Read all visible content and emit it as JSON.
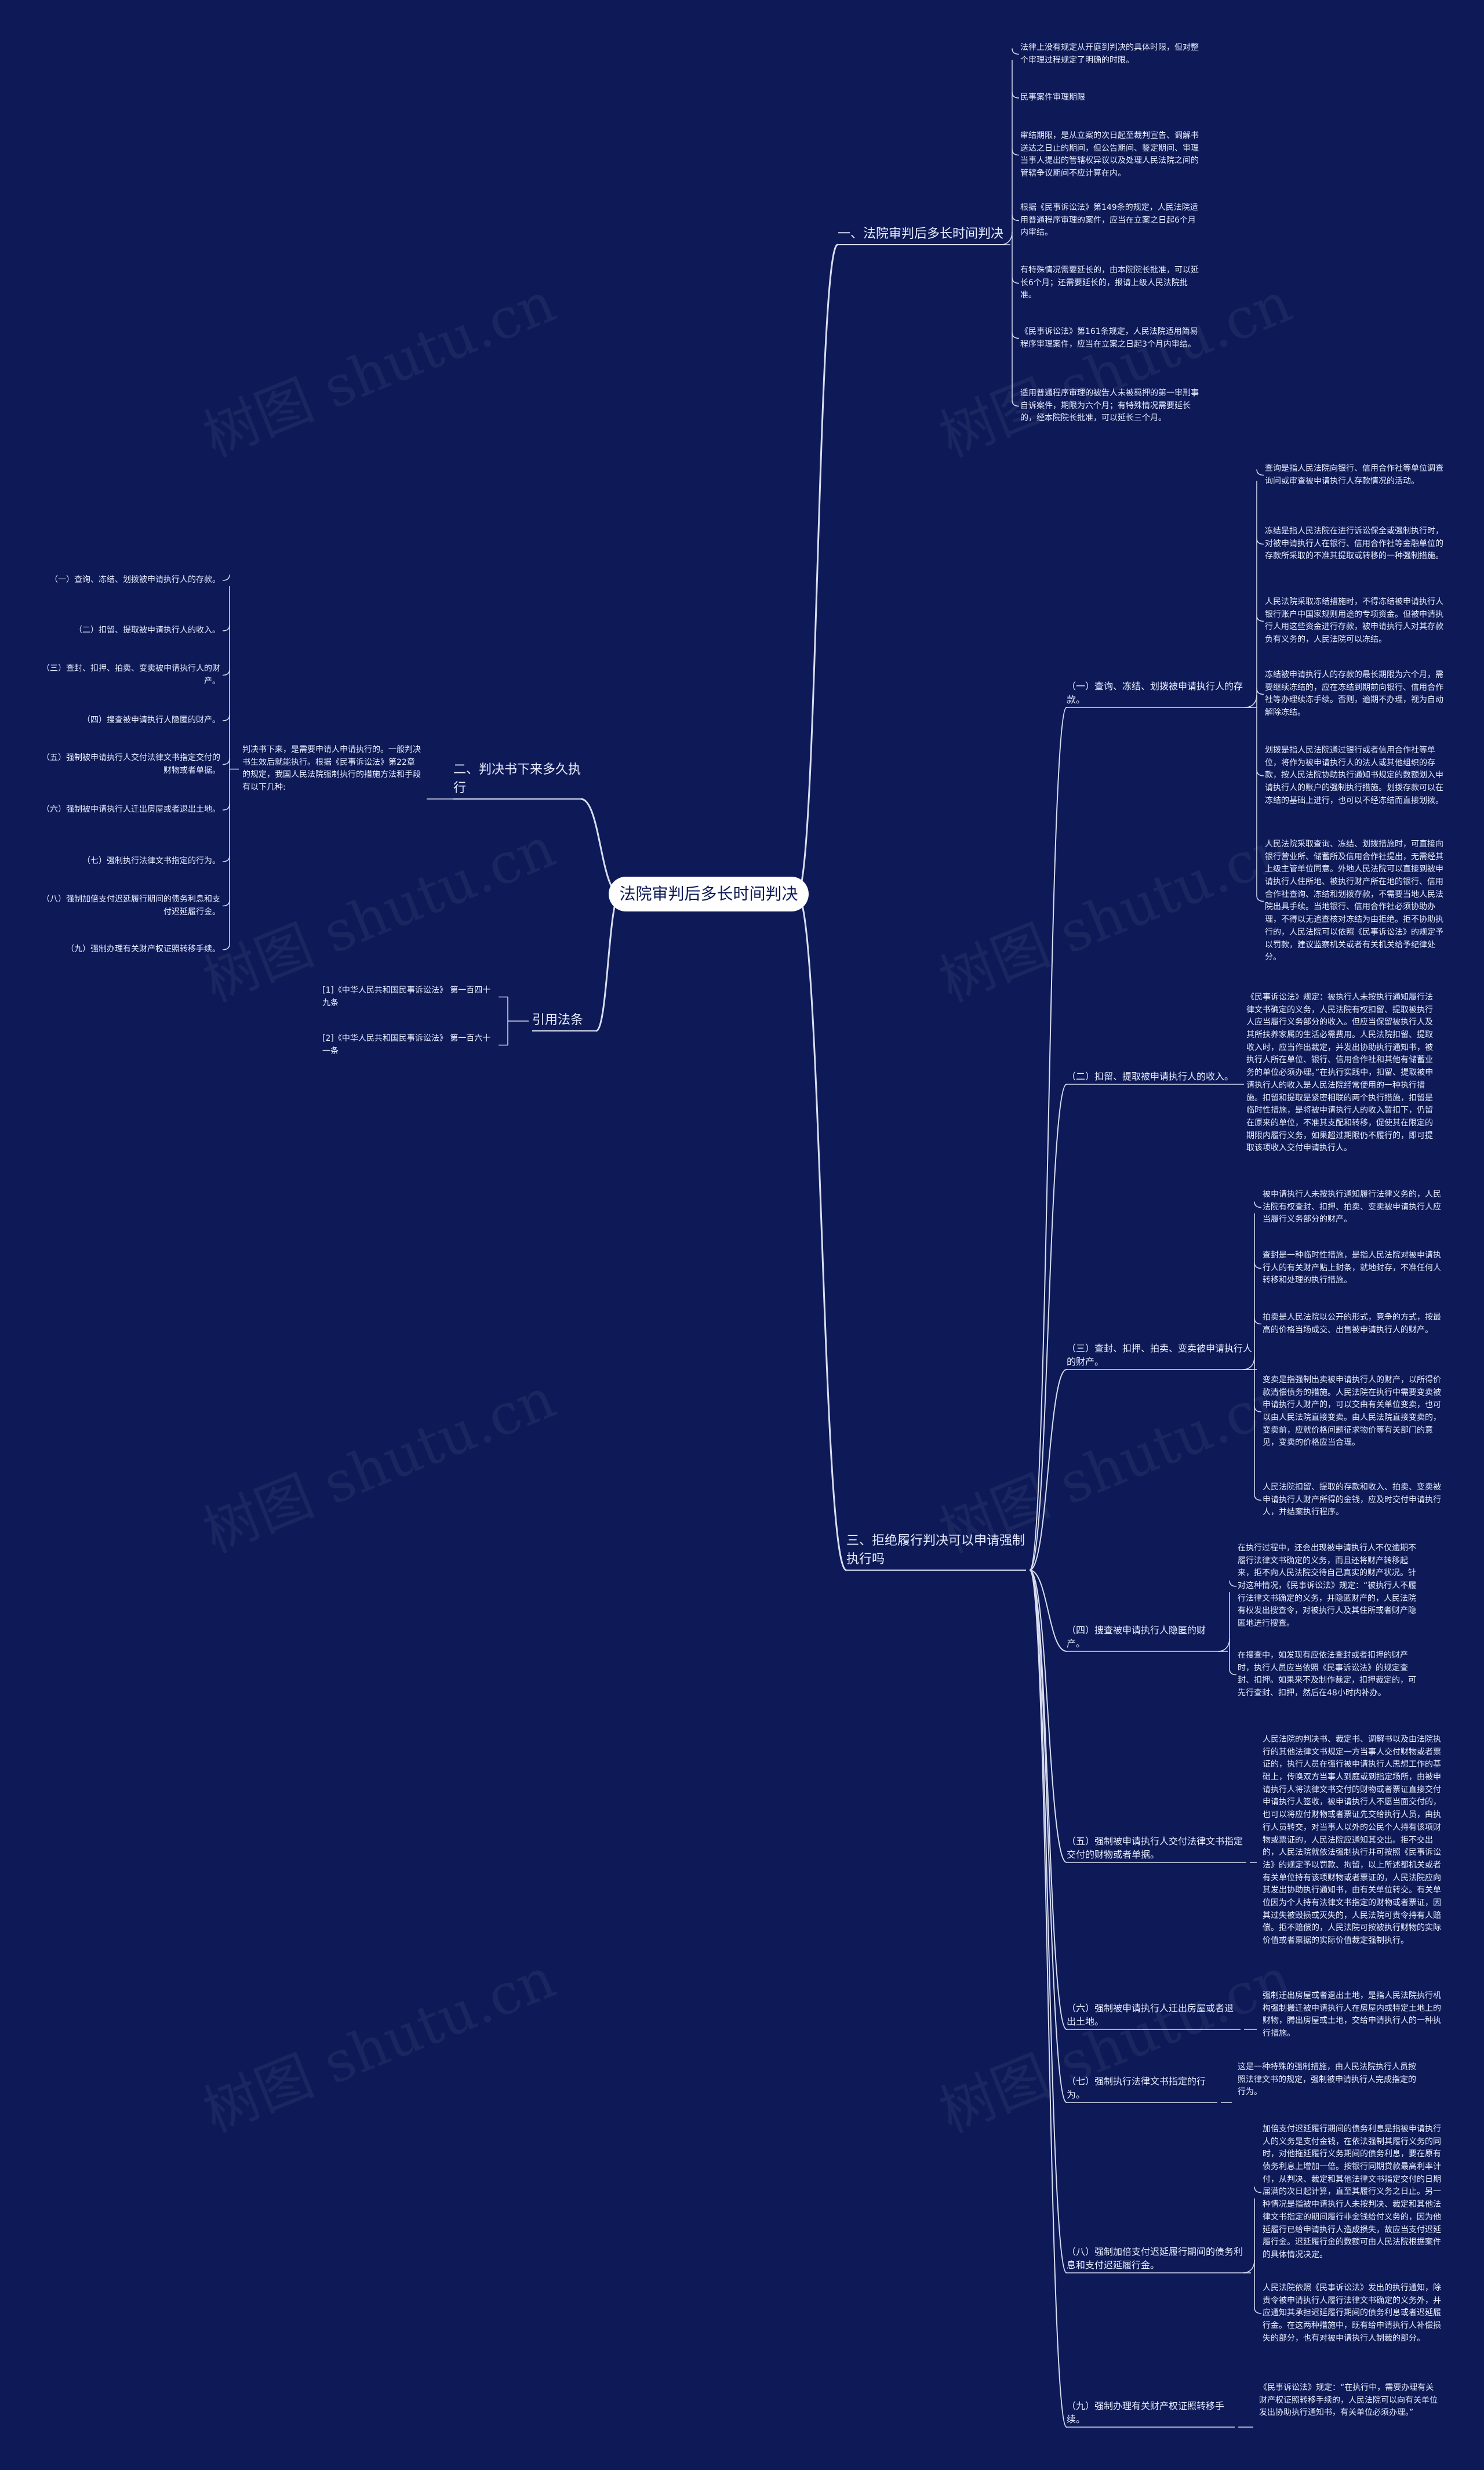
{
  "root": "法院审判后多长时间判决",
  "watermark": "树图 shutu.cn",
  "colors": {
    "background": "#0d1a57",
    "line": "#d9ddf0",
    "root_bg": "#ffffff",
    "root_text": "#0d1a57"
  },
  "branch1": {
    "label": "一、法院审判后多长时间判决",
    "leaves": [
      "法律上没有规定从开庭到判决的具体时限，但对整个审理过程规定了明确的时限。",
      "民事案件审理期限",
      "审结期限，是从立案的次日起至裁判宣告、调解书送达之日止的期间，但公告期间、鉴定期间、审理当事人提出的管辖权异议以及处理人民法院之间的管辖争议期间不应计算在内。",
      "根据《民事诉讼法》第149条的规定，人民法院适用普通程序审理的案件，应当在立案之日起6个月内审结。",
      "有特殊情况需要延长的，由本院院长批准，可以延长6个月；还需要延长的，报请上级人民法院批准。",
      "《民事诉讼法》第161条规定，人民法院适用简易程序审理案件，应当在立案之日起3个月内审结。",
      "适用普通程序审理的被告人未被羁押的第一审刑事自诉案件，期限为六个月；有特殊情况需要延长的，经本院院长批准，可以延长三个月。"
    ]
  },
  "branch2": {
    "label": "二、判决书下来多久执行",
    "intro": "判决书下来，是需要申请人申请执行的。一般判决书生效后就能执行。根据《民事诉讼法》第22章的规定，我国人民法院强制执行的措施方法和手段有以下几种:",
    "leaves": [
      "（一）查询、冻结、划拨被申请执行人的存款。",
      "（二）扣留、提取被申请执行人的收入。",
      "（三）查封、扣押、拍卖、变卖被申请执行人的财产。",
      "（四）搜查被申请执行人隐匿的财产。",
      "（五）强制被申请执行人交付法律文书指定交付的财物或者单据。",
      "（六）强制被申请执行人迁出房屋或者退出土地。",
      "（七）强制执行法律文书指定的行为。",
      "（八）强制加倍支付迟延履行期间的债务利息和支付迟延履行金。",
      "（九）强制办理有关财产权证照转移手续。"
    ]
  },
  "branch_law": {
    "label": "引用法条",
    "leaves": [
      "[1]《中华人民共和国民事诉讼法》 第一百四十九条",
      "[2]《中华人民共和国民事诉讼法》 第一百六十一条"
    ]
  },
  "branch3": {
    "label": "三、拒绝履行判决可以申请强制执行吗",
    "subs": [
      {
        "label": "（一）查询、冻结、划拨被申请执行人的存款。",
        "leaves": [
          "查询是指人民法院向银行、信用合作社等单位调查询问或审查被申请执行人存款情况的活动。",
          "冻结是指人民法院在进行诉讼保全或强制执行时，对被申请执行人在银行、信用合作社等金融单位的存款所采取的不准其提取或转移的一种强制措施。",
          "人民法院采取冻结措施时，不得冻结被申请执行人银行账户中国家规则用途的专项资金。但被申请执行人用这些资金进行存款，被申请执行人对其存款负有义务的，人民法院可以冻结。",
          "冻结被申请执行人的存款的最长期限为六个月，需要继续冻结的，应在冻结到期前向银行、信用合作社等办理续冻手续。否则，逾期不办理，视为自动解除冻结。",
          "划拨是指人民法院通过银行或者信用合作社等单位，将作为被申请执行人的法人或其他组织的存款，按人民法院协助执行通知书规定的数额划入申请执行人的账户的强制执行措施。划拨存款可以在冻结的基础上进行，也可以不经冻结而直接划拨。",
          "人民法院采取查询、冻结、划拨措施时，可直接向银行营业所、储蓄所及信用合作社提出，无需经其上级主管单位同意。外地人民法院可以直接到被申请执行人住所地、被执行财产所在地的银行、信用合作社查询、冻结和划拨存款，不需要当地人民法院出具手续。当地银行、信用合作社必须协助办理，不得以无追查核对冻结为由拒绝。拒不协助执行的，人民法院可以依照《民事诉讼法》的规定予以罚款，建议监察机关或者有关机关给予纪律处分。"
        ]
      },
      {
        "label": "（二）扣留、提取被申请执行人的收入。",
        "leaves": [
          "《民事诉讼法》规定：被执行人未按执行通知履行法律文书确定的义务，人民法院有权扣留、提取被执行人应当履行义务部分的收入。但应当保留被执行人及其所扶养家属的生活必需费用。人民法院扣留、提取收入时，应当作出裁定，并发出协助执行通知书，被执行人所在单位、银行、信用合作社和其他有储蓄业务的单位必须办理。”在执行实践中，扣留、提取被申请执行人的收入是人民法院经常使用的一种执行措施。扣留和提取是紧密相联的两个执行措施，扣留是临时性措施，是将被申请执行人的收入暂扣下，仍留在原来的单位，不准其支配和转移，促使其在限定的期限内履行义务，如果超过期限仍不履行的，即可提取该项收入交付申请执行人。"
        ]
      },
      {
        "label": "（三）查封、扣押、拍卖、变卖被申请执行人的财产。",
        "leaves": [
          "被申请执行人未按执行通知履行法律义务的，人民法院有权查封、扣押、拍卖、变卖被申请执行人应当履行义务部分的财产。",
          "查封是一种临时性措施，是指人民法院对被申请执行人的有关财产贴上封条，就地封存，不准任何人转移和处理的执行措施。",
          "拍卖是人民法院以公开的形式，竞争的方式，按最高的价格当场成交、出售被申请执行人的财产。",
          "变卖是指强制出卖被申请执行人的财产，以所得价款清偿债务的措施。人民法院在执行中需要变卖被申请执行人财产的，可以交由有关单位变卖，也可以由人民法院直接变卖。由人民法院直接变卖的，变卖前，应就价格问题征求物价等有关部门的意见，变卖的价格应当合理。",
          "人民法院扣留、提取的存款和收入、拍卖、变卖被申请执行人财产所得的金钱，应及时交付申请执行人，并结案执行程序。"
        ]
      },
      {
        "label": "（四）搜查被申请执行人隐匿的财产。",
        "leaves": [
          "在执行过程中，还会出现被申请执行人不仅逾期不履行法律文书确定的义务，而且还将财产转移起来，拒不向人民法院交待自己真实的财产状况。针对这种情况，《民事诉讼法》规定：“被执行人不履行法律文书确定的义务，并隐匿财产的，人民法院有权发出搜查令，对被执行人及其住所或者财产隐匿地进行搜查。",
          "在搜查中，如发现有应依法查封或者扣押的财产时，执行人员应当依照《民事诉讼法》的规定查封、扣押。如果来不及制作裁定，扣押裁定的，可先行查封、扣押，然后在48小时内补办。"
        ]
      },
      {
        "label": "（五）强制被申请执行人交付法律文书指定交付的财物或者单据。",
        "leaves": [
          "人民法院的判决书、裁定书、调解书以及由法院执行的其他法律文书规定一方当事人交付财物或者票证的，执行人员在强行被申请执行人思想工作的基础上，传唤双方当事人到庭或到指定场所，由被申请执行人将法律文书交付的财物或者票证直接交付申请执行人签收，被申请执行人不愿当面交付的，也可以将应付财物或者票证先交给执行人员，由执行人员转交，对当事人以外的公民个人持有该项财物或票证的，人民法院应通知其交出。拒不交出的，人民法院就依法强制执行并可按照《民事诉讼法》的规定予以罚款、拘留，以上所述都机关或者有关单位持有该项财物或者票证的，人民法院应向其发出协助执行通知书，由有关单位转交。有关单位因为个人持有法律文书指定的财物或者票证，因其过失被毁损或灭失的，人民法院可责令持有人赔偿。拒不赔偿的，人民法院可按被执行财物的实际价值或者票据的实际价值裁定强制执行。"
        ]
      },
      {
        "label": "（六）强制被申请执行人迁出房屋或者退出土地。",
        "leaves": [
          "强制迁出房屋或者退出土地，是指人民法院执行机构强制搬迁被申请执行人在房屋内或特定土地上的财物，腾出房屋或土地，交给申请执行人的一种执行措施。"
        ]
      },
      {
        "label": "（七）强制执行法律文书指定的行为。",
        "leaves": [
          "这是一种特殊的强制措施，由人民法院执行人员按照法律文书的规定，强制被申请执行人完成指定的行为。"
        ]
      },
      {
        "label": "（八）强制加倍支付迟延履行期间的债务利息和支付迟延履行金。",
        "leaves": [
          "加倍支付迟延履行期间的债务利息是指被申请执行人的义务是支付金钱，在依法强制其履行义务的同时，对他拖延履行义务期间的债务利息，要在原有债务利息上增加一倍。按银行同期贷款最高利率计付，从判决、裁定和其他法律文书指定交付的日期届满的次日起计算，直至其履行义务之日止。另一种情况是指被申请执行人未按判决、裁定和其他法律文书指定的期间履行非金钱给付义务的，因为他延履行已给申请执行人造成损失，故应当支付迟延履行金。迟延履行金的数额可由人民法院根据案件的具体情况决定。",
          "人民法院依照《民事诉讼法》发出的执行通知，除责令被申请执行人履行法律文书确定的义务外，并应通知其承担迟延履行期间的债务利息或者迟延履行金。在这两种措施中，既有给申请执行人补偿损失的部分，也有对被申请执行人制裁的部分。"
        ]
      },
      {
        "label": "（九）强制办理有关财产权证照转移手续。",
        "leaves": [
          "《民事诉讼法》规定：“在执行中，需要办理有关财产权证照转移手续的，人民法院可以向有关单位发出协助执行通知书，有关单位必须办理。”"
        ]
      }
    ]
  }
}
